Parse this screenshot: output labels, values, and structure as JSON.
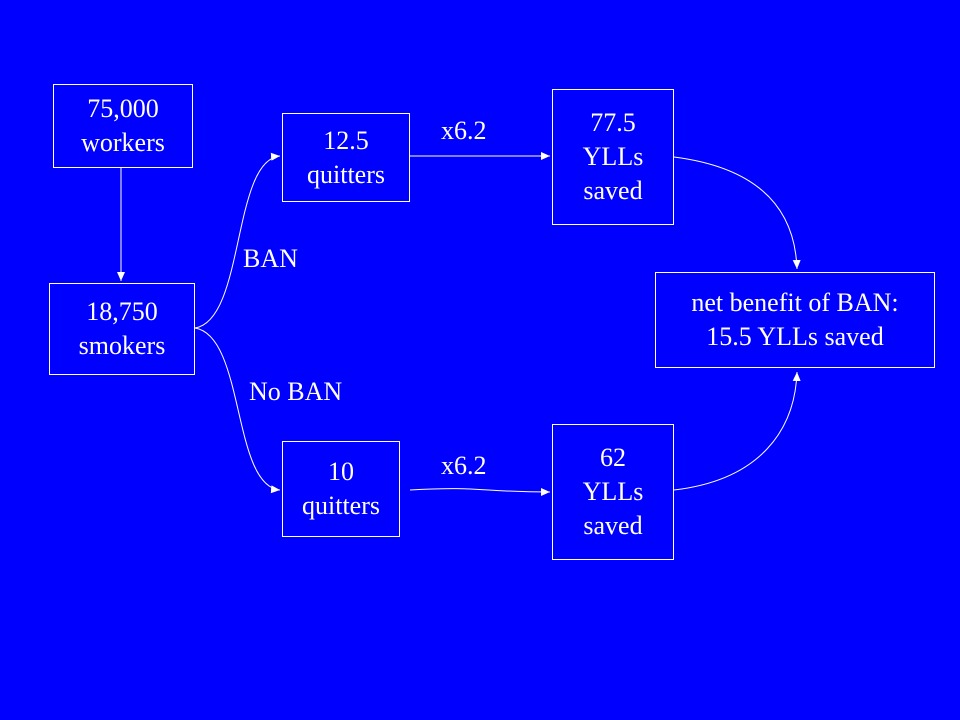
{
  "nodes": {
    "workers": {
      "lines": [
        "75,000",
        "workers"
      ]
    },
    "smokers": {
      "lines": [
        "18,750",
        "smokers"
      ]
    },
    "quitters_ban": {
      "lines": [
        "12.5",
        "quitters"
      ]
    },
    "quitters_noban": {
      "lines": [
        "10",
        "quitters"
      ]
    },
    "ylls_ban": {
      "lines": [
        "77.5",
        "YLLs",
        "saved"
      ]
    },
    "ylls_noban": {
      "lines": [
        "62",
        "YLLs",
        "saved"
      ]
    },
    "net_benefit": {
      "lines": [
        "net benefit of BAN:",
        "15.5 YLLs saved"
      ]
    }
  },
  "labels": {
    "ban": "BAN",
    "no_ban": "No BAN",
    "multiplier_top": "x6.2",
    "multiplier_bottom": "x6.2"
  },
  "colors": {
    "background": "#0000FF",
    "foreground": "#FFFFFF"
  }
}
